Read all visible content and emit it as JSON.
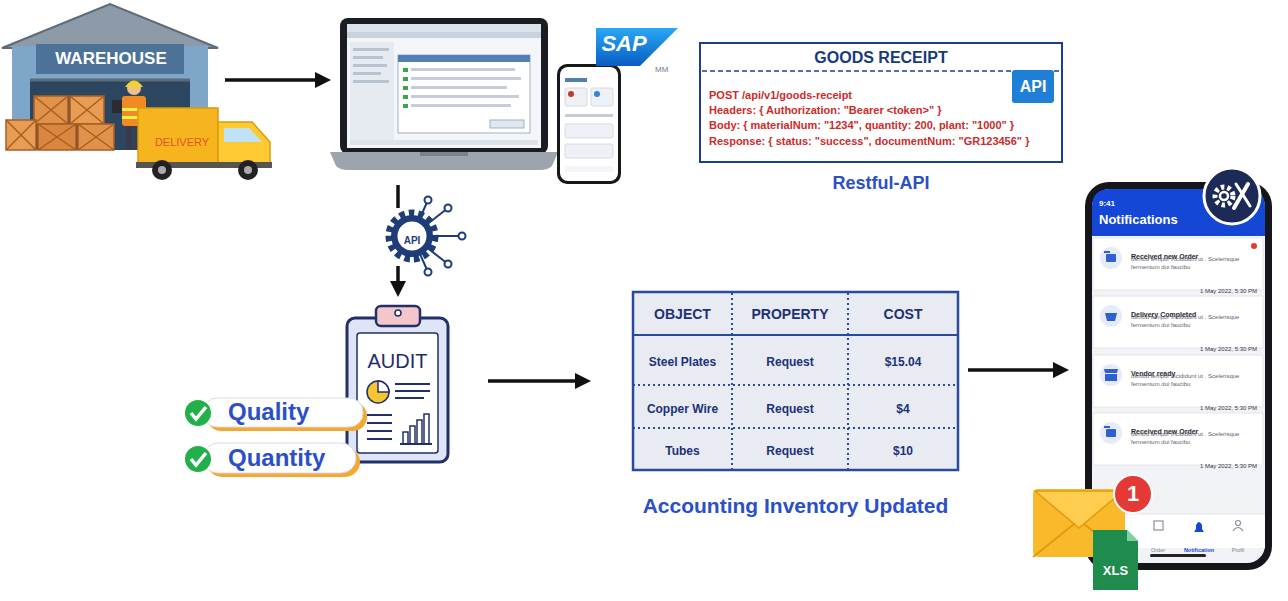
{
  "diagram": {
    "nodes": [
      {
        "text": [
          "WAREHOUSE"
        ]
      },
      {
        "text": [
          "SAP",
          "MM"
        ]
      },
      {
        "text": [
          "GOODS RECEIPT",
          "POST /api/v1/goods-receipt",
          "Headers: { Authorization: \"Bearer <token>\" }",
          "Body: { materialNum: \"1234\", quantity: 200, plant: \"1000\" }",
          "Response: { status: \"success\", documentNum: \"GR123456\" }",
          "Restful-API"
        ]
      },
      {
        "text": [
          "API"
        ],
        "in": 2
      },
      {
        "text": [
          "API"
        ]
      },
      {
        "text": [
          "AUDIT"
        ]
      },
      {
        "text": [
          "Quality"
        ]
      },
      {
        "text": [
          "Quantity"
        ]
      },
      {
        "text": [
          "Accounting Inventory Updated"
        ]
      },
      {
        "text": [
          "9:41",
          "Notifications",
          "Order",
          "Notification",
          "Profil"
        ]
      },
      {
        "text": [
          "Received new Order",
          "usmod tempor incididunt ut . Scelerisque fermentum dui faucibu",
          "1 May 2022, 5:30 PM"
        ],
        "in": 9
      },
      {
        "text": [
          "Delivery Completed",
          "usmod tempor incididunt ut . Scelerisque fermentum dui faucibu",
          "1 May 2022, 5:30 PM"
        ],
        "in": 9
      },
      {
        "text": [
          "Vendor ready",
          "usmod tempor incididunt ut . Scelerisque fermentum dui faucibu",
          "1 May 2022, 5:30 PM"
        ],
        "in": 9
      },
      {
        "text": [
          "Received new Order",
          "usmod tempor incididunt ut . Scelerisque fermentum dui faucibu",
          "1 May 2022, 5:30 PM"
        ],
        "in": 9
      }
    ],
    "edges": [
      {
        "from": 0,
        "to": 1,
        "arrow": "to"
      },
      {
        "from": 1,
        "to": 4,
        "arrow": "none"
      },
      {
        "from": 4,
        "to": 5,
        "arrow": "to"
      },
      {
        "from": 5,
        "to": 8,
        "arrow": "to"
      },
      {
        "from": 8,
        "to": 9,
        "arrow": "to"
      }
    ],
    "labels": [
      "DELIVERY",
      "OBJECT",
      "PROPERTY",
      "COST",
      "Steel Plates",
      "Request",
      "$15.04",
      "Copper Wire",
      "Request",
      "$4",
      "Tubes",
      "Request",
      "$10",
      "1",
      "XLS"
    ]
  }
}
